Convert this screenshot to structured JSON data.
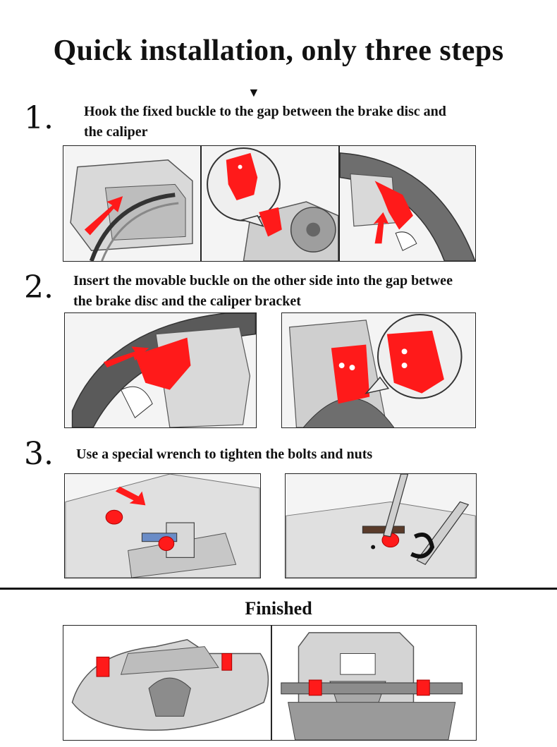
{
  "title": "Quick installation, only three steps",
  "steps": [
    {
      "number": "1.",
      "text_lines": [
        "Hook the fixed buckle to the gap between the brake disc and",
        "the caliper"
      ]
    },
    {
      "number": "2.",
      "text_lines": [
        "Insert the movable buckle on the other side into the gap betwee",
        " the brake disc and the caliper bracket"
      ]
    },
    {
      "number": "3.",
      "text_lines": [
        "Use a special wrench to tighten the bolts and nuts"
      ]
    }
  ],
  "finished_label": "Finished",
  "colors": {
    "accent": "#ff1a1a",
    "line": "#222222",
    "metal": "#d9d9d9",
    "metal_dark": "#8c8c8c"
  }
}
